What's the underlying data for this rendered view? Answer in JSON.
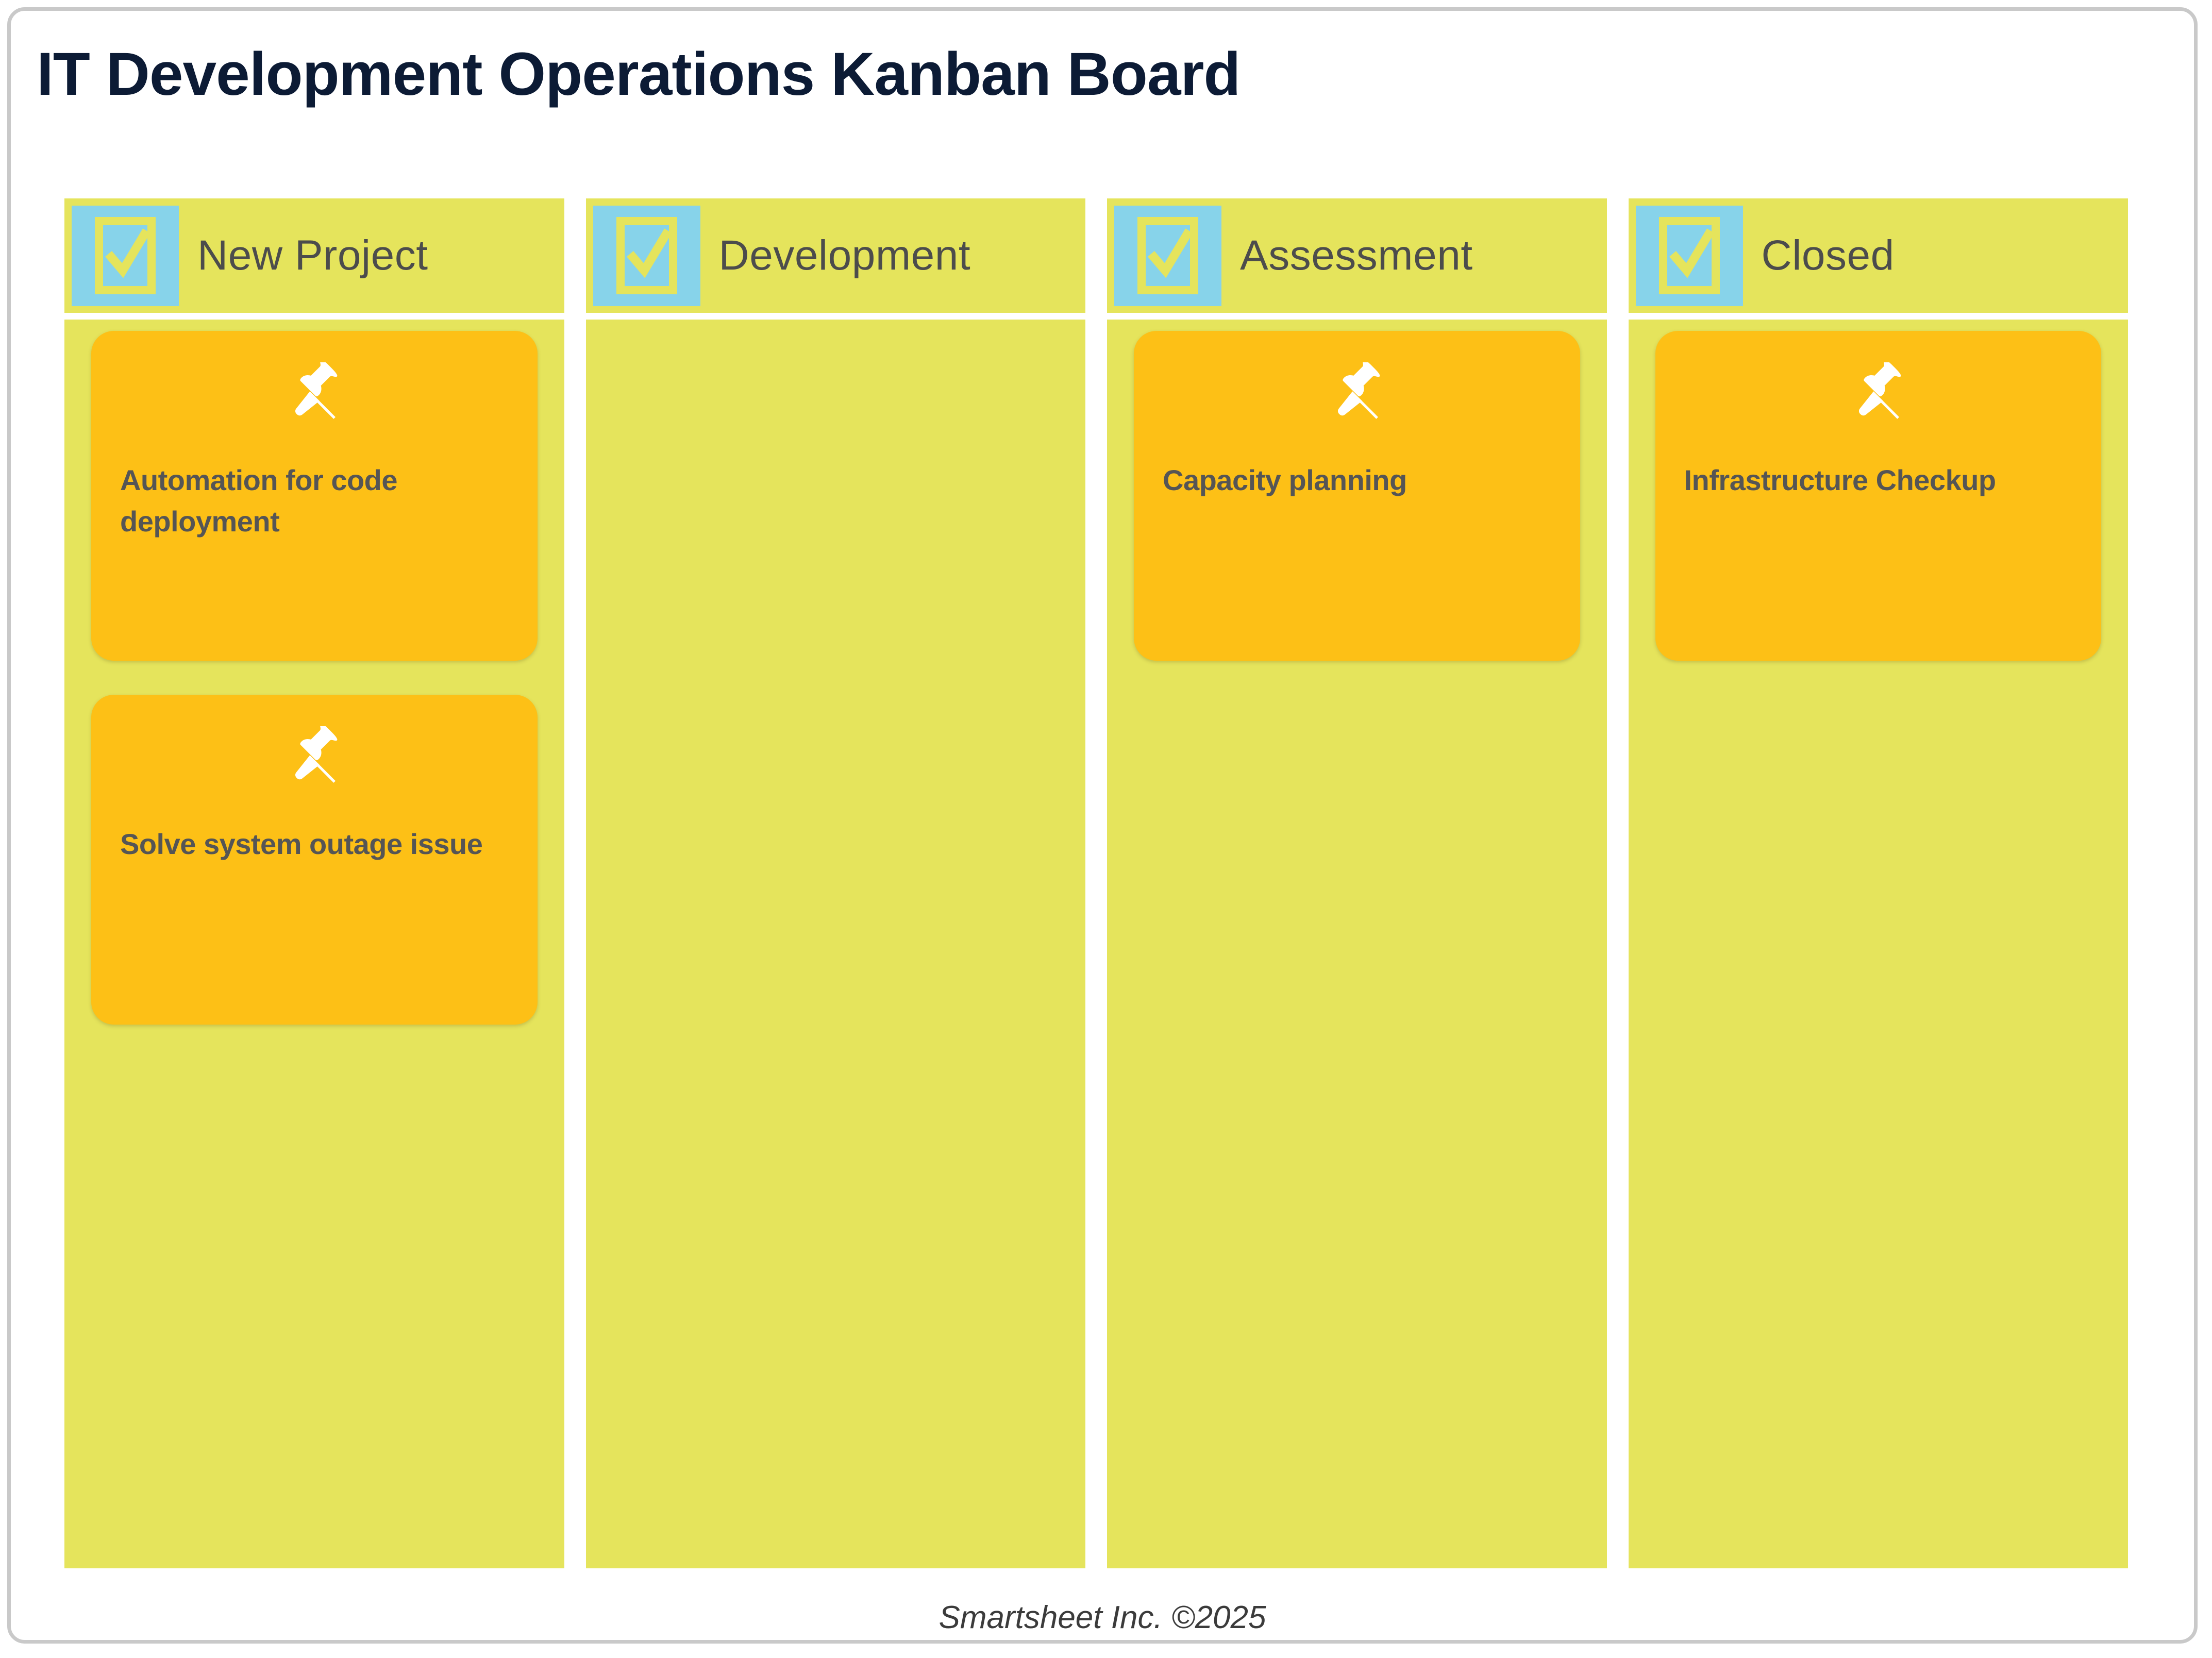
{
  "page": {
    "title": "IT Development Operations Kanban Board",
    "footer": "Smartsheet Inc. ©2025"
  },
  "colors": {
    "title_text": "#0c1b35",
    "column_background": "#e5e45c",
    "header_badge": "#87d3ea",
    "card_background": "#fdc016",
    "card_text": "#555555",
    "header_text": "#4c4c4c",
    "frame_border": "#c9c9c9",
    "pin_icon": "#ffffff",
    "checkbox_icon": "#e5e45c"
  },
  "columns": [
    {
      "title": "New Project",
      "icon": "checkbox-checked-icon",
      "cards": [
        {
          "text": "Automation for code deployment",
          "icon": "pushpin-icon"
        },
        {
          "text": "Solve system outage issue",
          "icon": "pushpin-icon"
        }
      ]
    },
    {
      "title": "Development",
      "icon": "checkbox-checked-icon",
      "cards": []
    },
    {
      "title": "Assessment",
      "icon": "checkbox-checked-icon",
      "cards": [
        {
          "text": "Capacity planning",
          "icon": "pushpin-icon"
        }
      ]
    },
    {
      "title": "Closed",
      "icon": "checkbox-checked-icon",
      "cards": [
        {
          "text": "Infrastructure Checkup",
          "icon": "pushpin-icon"
        }
      ]
    }
  ]
}
